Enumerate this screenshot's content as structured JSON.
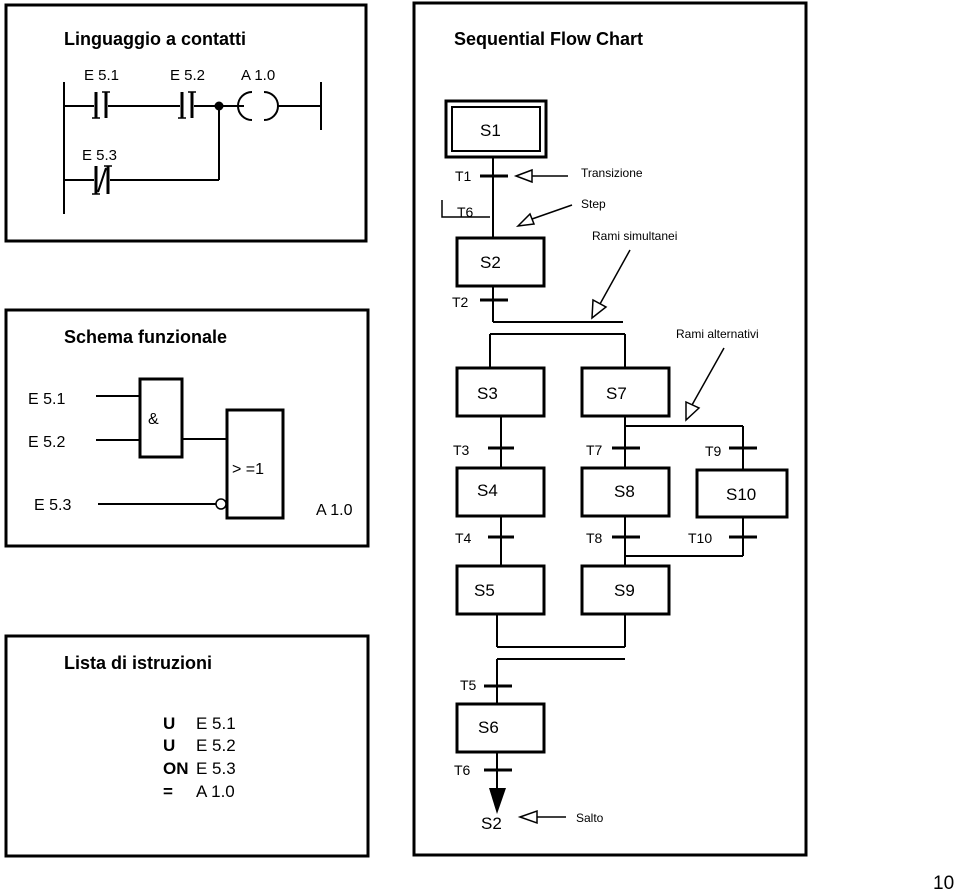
{
  "ladder": {
    "title": "Linguaggio a contatti",
    "contact1": "E 5.1",
    "contact2": "E 5.2",
    "coil": "A 1.0",
    "contact3": "E 5.3"
  },
  "fbd": {
    "title": "Schema funzionale",
    "in1": "E 5.1",
    "in2": "E 5.2",
    "in3": "E 5.3",
    "and_gate": "&",
    "or_gate": "> =1",
    "output": "A 1.0"
  },
  "stl": {
    "title": "Lista di istruzioni",
    "lines": [
      {
        "op": "U",
        "operand": "E 5.1"
      },
      {
        "op": "U",
        "operand": "E 5.2"
      },
      {
        "op": "ON",
        "operand": "E 5.3"
      },
      {
        "op": "=",
        "operand": "A 1.0"
      }
    ]
  },
  "sfc": {
    "title": "Sequential Flow Chart",
    "steps": {
      "s1": "S1",
      "s2": "S2",
      "s3": "S3",
      "s4": "S4",
      "s5": "S5",
      "s6": "S6",
      "s7": "S7",
      "s8": "S8",
      "s9": "S9",
      "s10": "S10",
      "s2_jump": "S2"
    },
    "transitions": {
      "t1": "T1",
      "t6a": "T6",
      "t2": "T2",
      "t3": "T3",
      "t4": "T4",
      "t7": "T7",
      "t8": "T8",
      "t9": "T9",
      "t10": "T10",
      "t5": "T5",
      "t6b": "T6"
    },
    "annotations": {
      "transizione": "Transizione",
      "step": "Step",
      "rami_simultanei": "Rami simultanei",
      "rami_alternativi": "Rami alternativi",
      "salto": "Salto"
    }
  },
  "page_number": "10"
}
